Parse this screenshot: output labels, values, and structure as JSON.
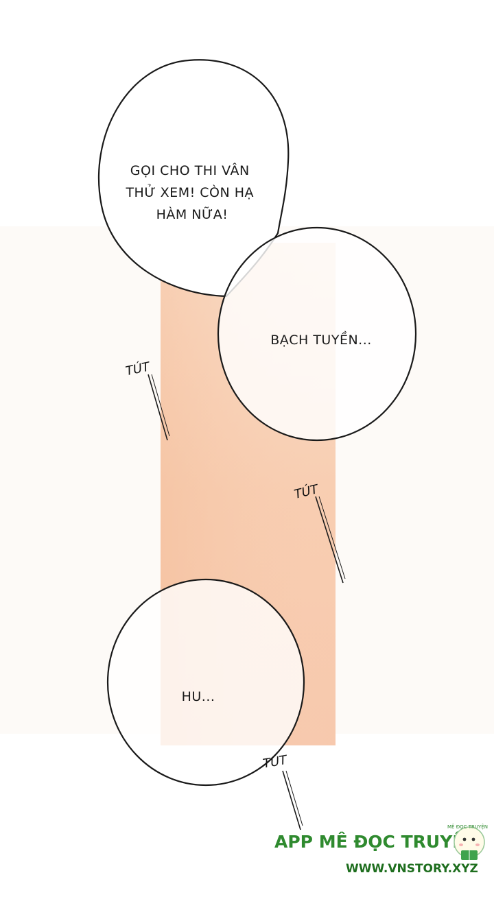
{
  "bubbles": {
    "top_line1": "GỌI CHO THI VÂN",
    "top_line2": "THỬ XEM! CÒN HẠ",
    "top_line3": "HÀM NỮA!",
    "right": "BẠCH TUYỀN...",
    "bottom": "HU..."
  },
  "sfx": {
    "left": "TÚT",
    "right": "TÚT",
    "bottom": "TÚT"
  },
  "watermark": {
    "title": "APP MÊ ĐỌC TRUYỆN",
    "url": "WWW.VNSTORY.XYZ",
    "mascot_label": "MÊ ĐỌC TRUYỆN"
  },
  "colors": {
    "panel_top": "#f9d9c2",
    "panel_bottom": "#f6c6a6",
    "ink": "#1a1a1a",
    "watermark_green": "#2f8a2f"
  }
}
